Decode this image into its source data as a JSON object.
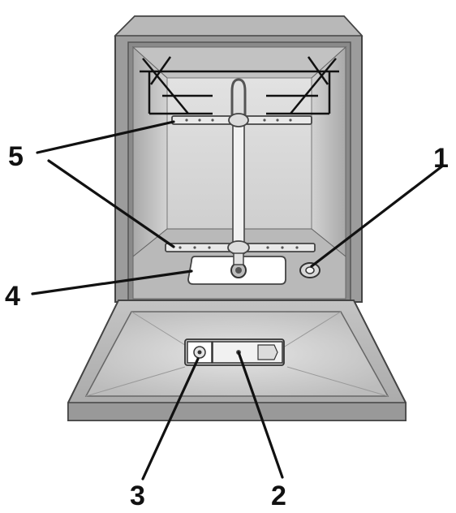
{
  "callouts": [
    {
      "id": "1",
      "label": "1"
    },
    {
      "id": "2",
      "label": "2"
    },
    {
      "id": "3",
      "label": "3"
    },
    {
      "id": "4",
      "label": "4"
    },
    {
      "id": "5",
      "label": "5"
    }
  ],
  "colors": {
    "cabinet_outer": "#8f8f8f",
    "cabinet_edge": "#444444",
    "cavity_wall": "#c9c9c9",
    "back_panel": "#d9d9d9",
    "door_panel": "#b5b5b5",
    "door_basin": "#d6d6d6",
    "line": "#111111"
  }
}
